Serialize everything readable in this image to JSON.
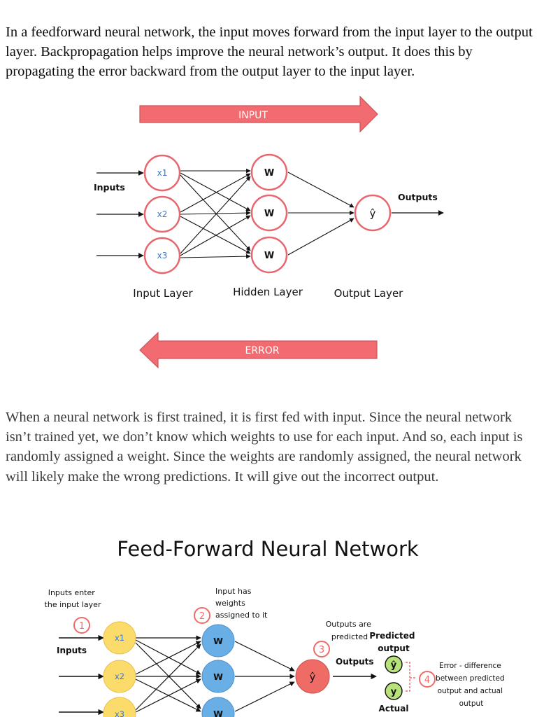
{
  "paragraphs": {
    "intro": "In a feedforward neural network, the input moves forward from the input layer to the output layer. Backpropagation helps improve the neural network’s output. It does this by propagating the error backward from the output layer to the input layer.",
    "training": "When a neural network is first trained, it is first fed with input. Since the neural network isn’t trained yet, we don’t know which weights to use for each input. And so, each input is randomly assigned a weight. Since the weights are randomly assigned, the neural network will likely make the wrong predictions. It will give out the incorrect output."
  },
  "figure1": {
    "input_arrow": "INPUT",
    "error_arrow": "ERROR",
    "inputs_label": "Inputs",
    "outputs_label": "Outputs",
    "nodes": {
      "x1": "x1",
      "x2": "x2",
      "x3": "x3",
      "w": "W",
      "yhat": "ŷ"
    },
    "layers": {
      "input": "Input Layer",
      "hidden": "Hidden Layer",
      "output": "Output Layer"
    }
  },
  "figure2": {
    "title": "Feed-Forward Neural Network",
    "step1": "1",
    "step2": "2",
    "step3": "3",
    "step4": "4",
    "note_inputs_line1": "Inputs enter",
    "note_inputs_line2": "the input layer",
    "note_weights_line1": "Input has",
    "note_weights_line2": "weights",
    "note_weights_line3": "assigned to it",
    "note_outputs_line1": "Outputs are",
    "note_outputs_line2": "predicted",
    "predicted_line1": "Predicted",
    "predicted_line2": "output",
    "inputs_label": "Inputs",
    "outputs_label": "Outputs",
    "actual_label": "Actual",
    "error_line1": "Error - difference",
    "error_line2": "between predicted",
    "error_line3": "output and actual",
    "error_line4": "output",
    "nodes": {
      "x1": "x1",
      "x2": "x2",
      "x3": "x3",
      "w": "W",
      "yhat": "ŷ",
      "y": "y"
    }
  },
  "colors": {
    "arrow_fill": "#f26b70",
    "arrow_stroke": "#c9555b",
    "node_ring": "#e8666e",
    "node_text_blue": "#3a78c9",
    "yellow_node": "#fbdc6b",
    "blue_node": "#6aaee6",
    "red_node": "#ee6b66",
    "green_node": "#b7e37a"
  }
}
